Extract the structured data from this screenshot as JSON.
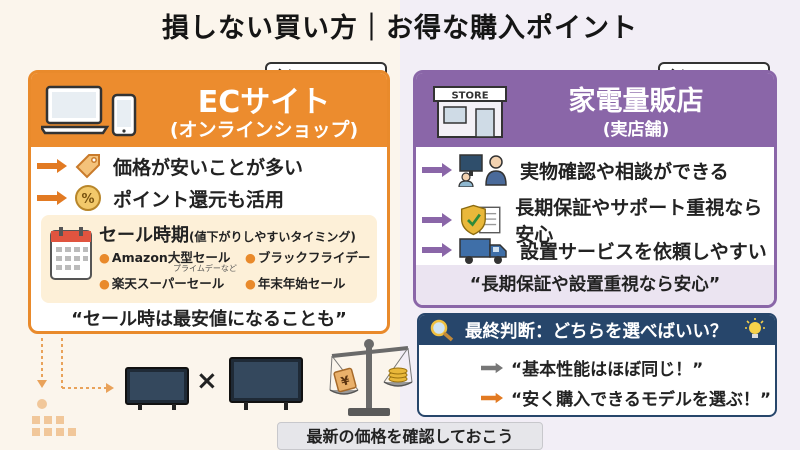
{
  "title": "損しない買い方｜お得な購入ポイント",
  "ec": {
    "tag": "主に\"43C655X\"",
    "title": "ECサイト",
    "subtitle": "(オンラインショップ)",
    "points": [
      "価格が安いことが多い",
      "ポイント還元も活用"
    ],
    "sale": {
      "title": "セール時期",
      "subtitle": "(値下がりしやすいタイミング)",
      "items": [
        "Amazon大型セール",
        "ブラックフライデー",
        "楽天スーパーセール",
        "年末年始セール"
      ],
      "ruby": "プライムデーなど"
    },
    "quote": "“セール時は最安値になることも”"
  },
  "store": {
    "tag": "主に\"43C655\"",
    "sign": "STORE",
    "title": "家電量販店",
    "subtitle": "(実店舗)",
    "points": [
      "実物確認や相談ができる",
      "長期保証やサポート重視なら安心",
      "設置サービスを依頼しやすい"
    ],
    "quote": "“長期保証や設置重視なら安心”"
  },
  "judge": {
    "title": "最終判断：どちらを選べばいい？",
    "items": [
      "“基本性能はほぼ同じ！”",
      "“安く購入できるモデルを選ぶ！”"
    ]
  },
  "bottom": {
    "vs": "×",
    "note": "最新の価格を確認しておこう",
    "yen": "¥"
  },
  "colors": {
    "ec_accent": "#ec8c2e",
    "store_accent": "#8a66a8",
    "judge_accent": "#27466b"
  }
}
